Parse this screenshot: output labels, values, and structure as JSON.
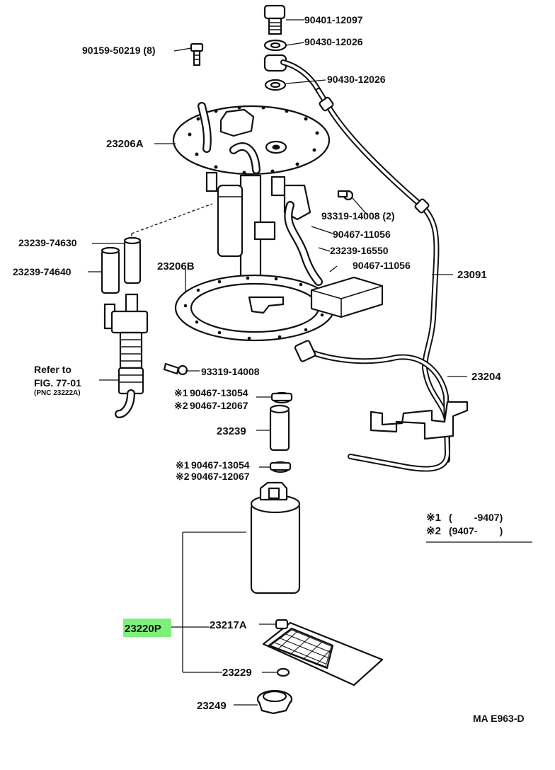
{
  "parts": {
    "p1": "90401-12097",
    "p2": "90430-12026",
    "p3": "90159-50219 (8)",
    "p4": "90430-12026",
    "p5": "23206A",
    "p6": "93319-14008 (2)",
    "p7": "90467-11056",
    "p8": "23239-74630",
    "p9": "23239-16550",
    "p10": "23239-74640",
    "p11": "23206B",
    "p12": "90467-11056",
    "p13": "23091",
    "p14": "23204",
    "p15": "93319-14008",
    "p16": "90467-13054",
    "p17": "90467-12067",
    "p18": "23239",
    "p19": "90467-13054",
    "p20": "90467-12067",
    "p21": "23217A",
    "p22": "23229",
    "p23": "23249"
  },
  "highlighted_part": {
    "label": "23220P",
    "color": "#7ef07a"
  },
  "reference": {
    "line1": "Refer to",
    "line2": "FIG. 77-01",
    "line3": "(PNC 23222A)"
  },
  "markers": {
    "m1": "※1",
    "m2": "※2"
  },
  "legend": {
    "row1_mark": "※1",
    "row1_text": "(        -9407)",
    "row2_mark": "※2",
    "row2_text": "(9407-        )"
  },
  "diagram_code": "MA E963-D"
}
